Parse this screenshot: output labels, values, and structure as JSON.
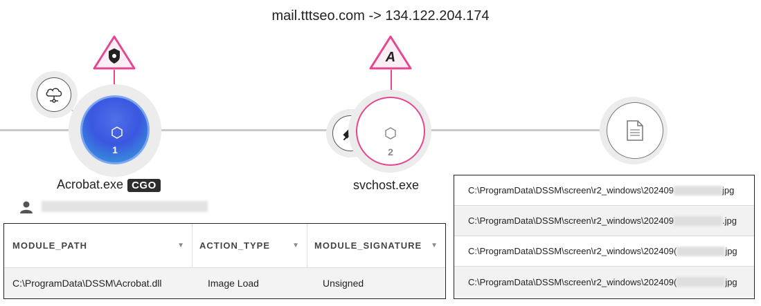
{
  "graph": {
    "title": "mail.tttseo.com -> 134.122.204.174",
    "nodes": {
      "acrobat": {
        "label": "Acrobat.exe",
        "badge": "CGO",
        "count": "1"
      },
      "svchost": {
        "label": "svchost.exe",
        "count": "2"
      }
    },
    "alerts": {
      "first_icon": "shield-icon",
      "second_letter": "A"
    },
    "icons": {
      "cloud": "cloud-network-icon",
      "syringe": "syringe-icon",
      "file": "file-document-icon",
      "user": "user-icon",
      "hexagon": "hexagon-icon"
    },
    "colors": {
      "accent_pink": "#e6458f",
      "node_blue": "#3a57e0",
      "node_teal": "#36a6d8"
    }
  },
  "module_table": {
    "columns": [
      "MODULE_PATH",
      "ACTION_TYPE",
      "MODULE_SIGNATURE"
    ],
    "rows": [
      [
        "C:\\ProgramData\\DSSM\\Acrobat.dll",
        "Image Load",
        "Unsigned"
      ]
    ]
  },
  "file_list": {
    "rows": [
      {
        "prefix": "C:\\ProgramData\\DSSM\\screen\\r2_windows\\202409",
        "suffix": "jpg"
      },
      {
        "prefix": "C:\\ProgramData\\DSSM\\screen\\r2_windows\\202409",
        "suffix": ".jpg"
      },
      {
        "prefix": "C:\\ProgramData\\DSSM\\screen\\r2_windows\\202409(",
        "suffix": "jpg"
      },
      {
        "prefix": "C:\\ProgramData\\DSSM\\screen\\r2_windows\\202409(",
        "suffix": "jpg"
      }
    ]
  }
}
